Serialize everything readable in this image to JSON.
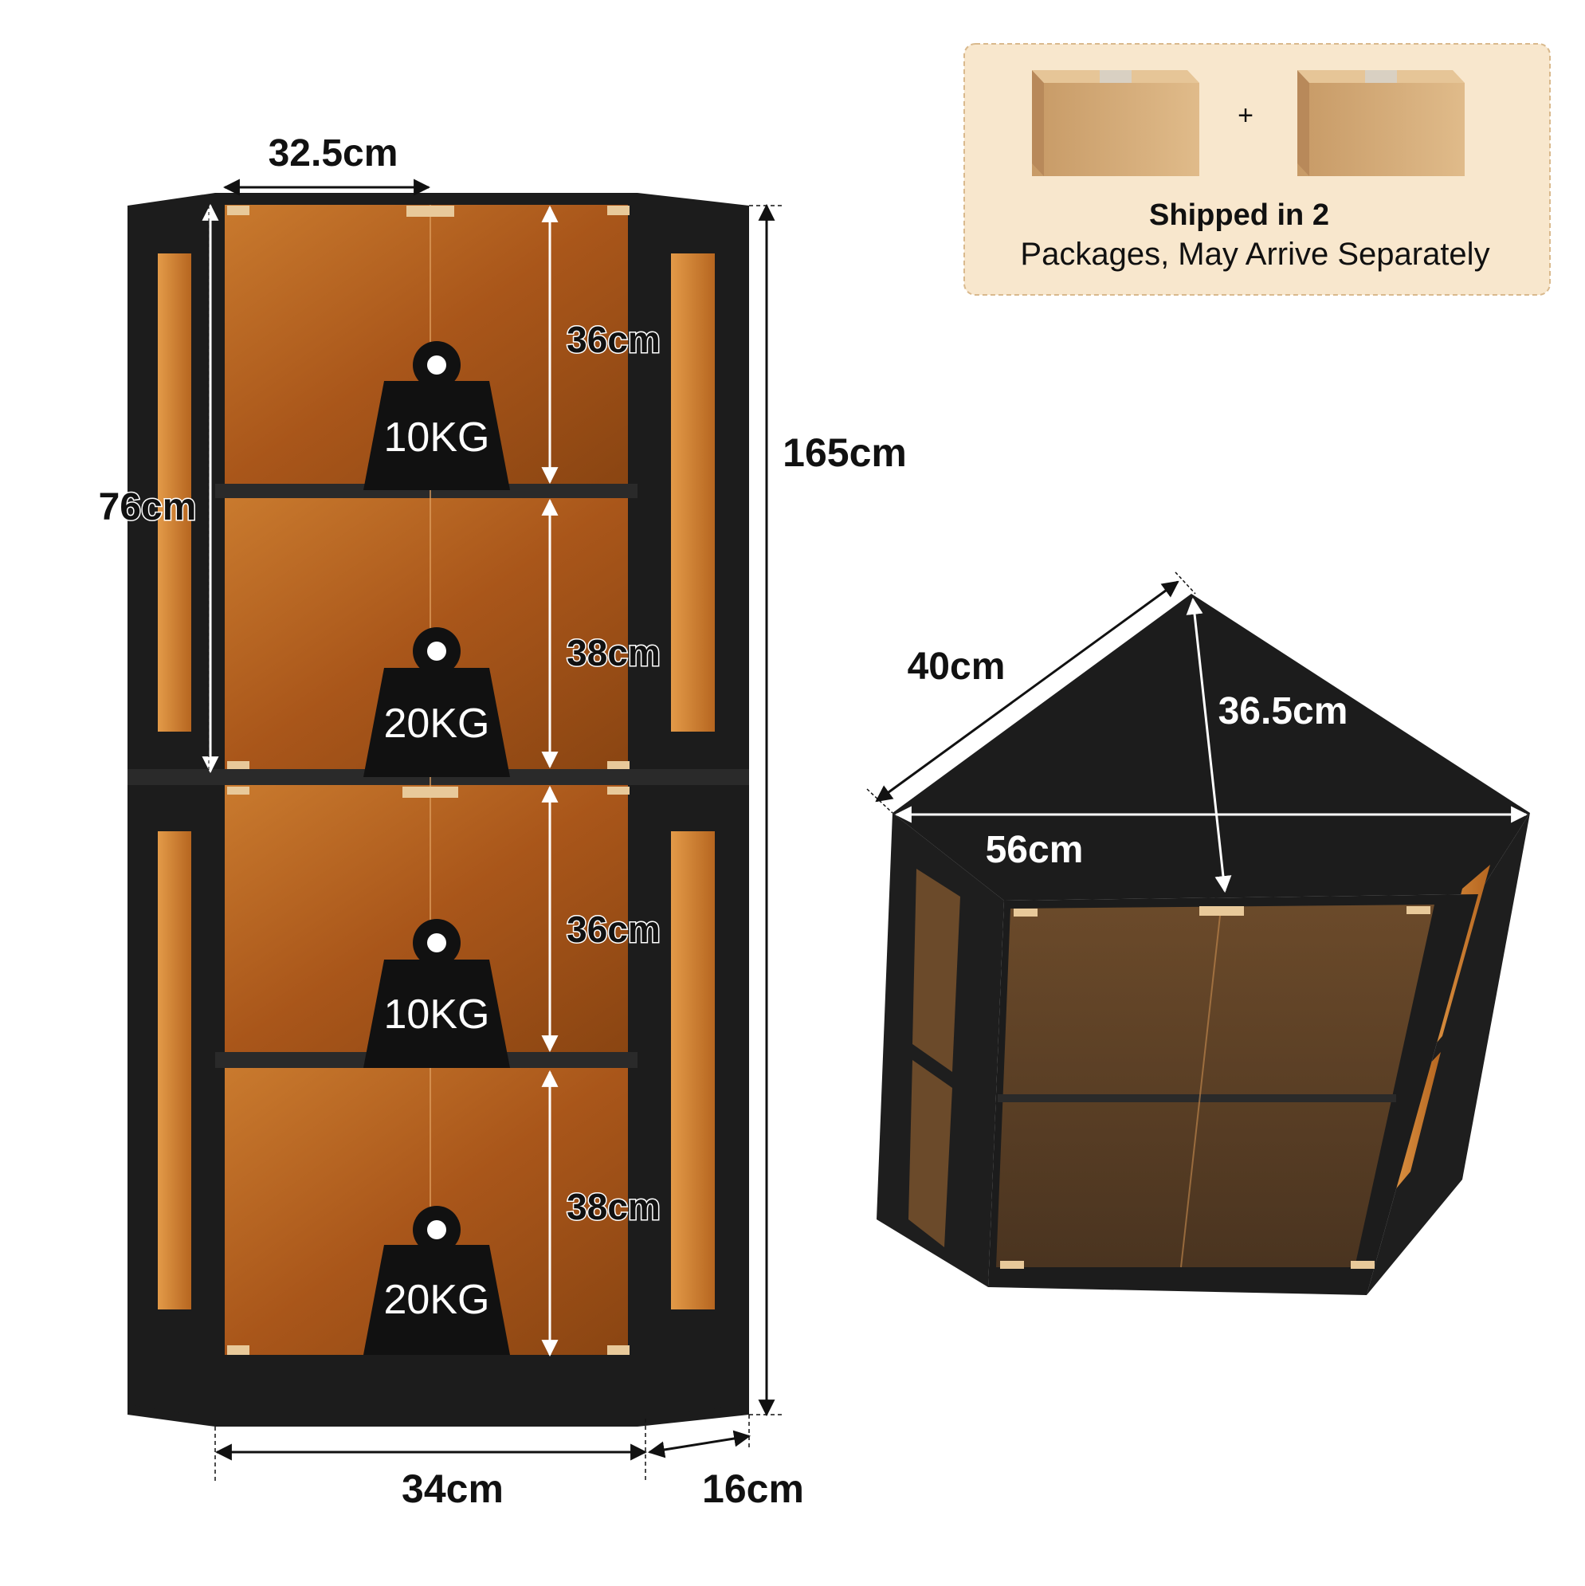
{
  "shipping": {
    "plus_sign": "+",
    "title": "Shipped in 2",
    "subtitle": "Packages, May Arrive Separately"
  },
  "front_view": {
    "top_width": "32.5cm",
    "upper_height": "76cm",
    "total_height": "165cm",
    "base_width": "34cm",
    "side_depth": "16cm",
    "shelves": [
      {
        "height": "36cm",
        "load": "10KG"
      },
      {
        "height": "38cm",
        "load": "20KG"
      },
      {
        "height": "36cm",
        "load": "10KG"
      },
      {
        "height": "38cm",
        "load": "20KG"
      }
    ]
  },
  "top_view": {
    "side_length": "40cm",
    "depth": "36.5cm",
    "front_width": "56cm"
  },
  "colors": {
    "cabinet_black": "#1c1c1c",
    "glass_amber": "#b8641e",
    "package_bg": "#f8e7cd",
    "package_border": "#d9b98d"
  }
}
